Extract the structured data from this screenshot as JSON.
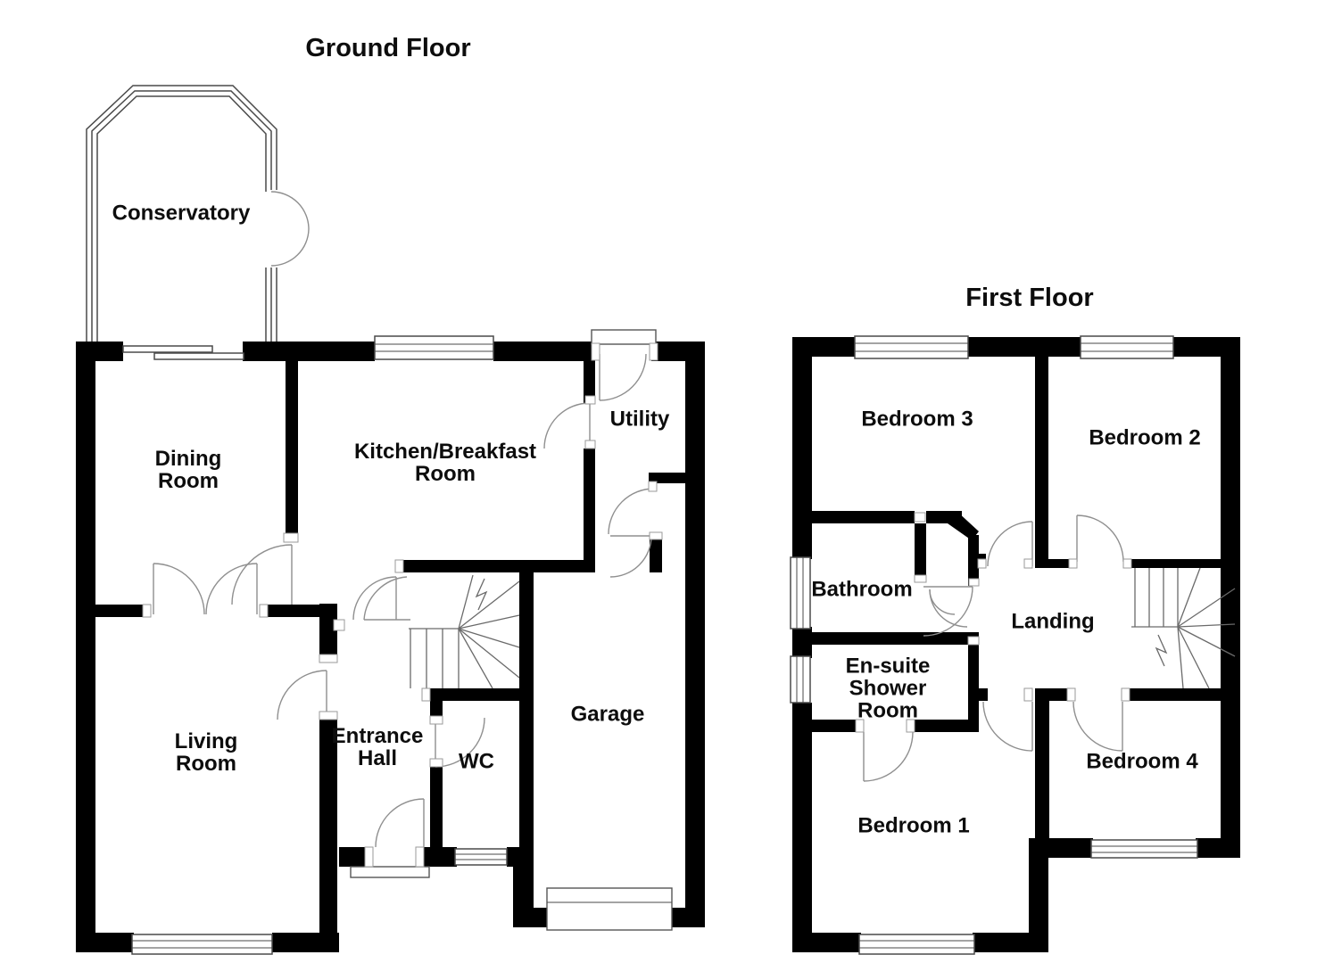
{
  "document": {
    "type": "floor-plan",
    "background": "#ffffff"
  },
  "colors": {
    "wall": "#000000",
    "door_arc": "#8f8f8f",
    "window_line": "#4a4a4a",
    "stair_line": "#6a6a6a",
    "label_text": "#0d0d0d"
  },
  "floors": [
    {
      "id": "ground",
      "title": "Ground Floor",
      "rooms": [
        {
          "id": "conservatory",
          "label": "Conservatory"
        },
        {
          "id": "dining-room",
          "label": "Dining\nRoom"
        },
        {
          "id": "kitchen-breakfast-room",
          "label": "Kitchen/Breakfast\nRoom"
        },
        {
          "id": "utility",
          "label": "Utility"
        },
        {
          "id": "living-room",
          "label": "Living\nRoom"
        },
        {
          "id": "entrance-hall",
          "label": "Entrance\nHall"
        },
        {
          "id": "wc",
          "label": "WC"
        },
        {
          "id": "garage",
          "label": "Garage"
        }
      ]
    },
    {
      "id": "first",
      "title": "First Floor",
      "rooms": [
        {
          "id": "bedroom-3",
          "label": "Bedroom 3"
        },
        {
          "id": "bedroom-2",
          "label": "Bedroom 2"
        },
        {
          "id": "bathroom",
          "label": "Bathroom"
        },
        {
          "id": "landing",
          "label": "Landing"
        },
        {
          "id": "en-suite-shower-room",
          "label": "En-suite\nShower\nRoom"
        },
        {
          "id": "bedroom-4",
          "label": "Bedroom 4"
        },
        {
          "id": "bedroom-1",
          "label": "Bedroom 1"
        }
      ]
    }
  ]
}
